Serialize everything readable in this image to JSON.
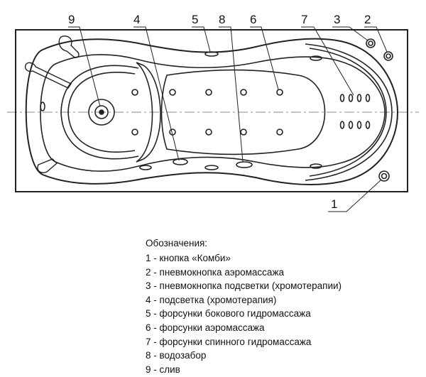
{
  "callouts": [
    {
      "number": "9"
    },
    {
      "number": "4"
    },
    {
      "number": "5"
    },
    {
      "number": "8"
    },
    {
      "number": "6"
    },
    {
      "number": "7"
    },
    {
      "number": "3"
    },
    {
      "number": "2"
    },
    {
      "number": "1"
    }
  ],
  "legend": {
    "title": "Обозначения:",
    "items": [
      {
        "text": "1 - кнопка «Комби»"
      },
      {
        "text": "2 - пневмокнопка аэромассажа"
      },
      {
        "text": "3 - пневмокнопка подсветки (хромотерапии)"
      },
      {
        "text": "4 - подсветка (хромотерапия)"
      },
      {
        "text": "5 - форсунки бокового гидромассажа"
      },
      {
        "text": "6 - форсунки аэромассажа"
      },
      {
        "text": "7 - форсунки спинного гидромассажа"
      },
      {
        "text": "8 - водозабор"
      },
      {
        "text": "9 - слив"
      }
    ]
  }
}
